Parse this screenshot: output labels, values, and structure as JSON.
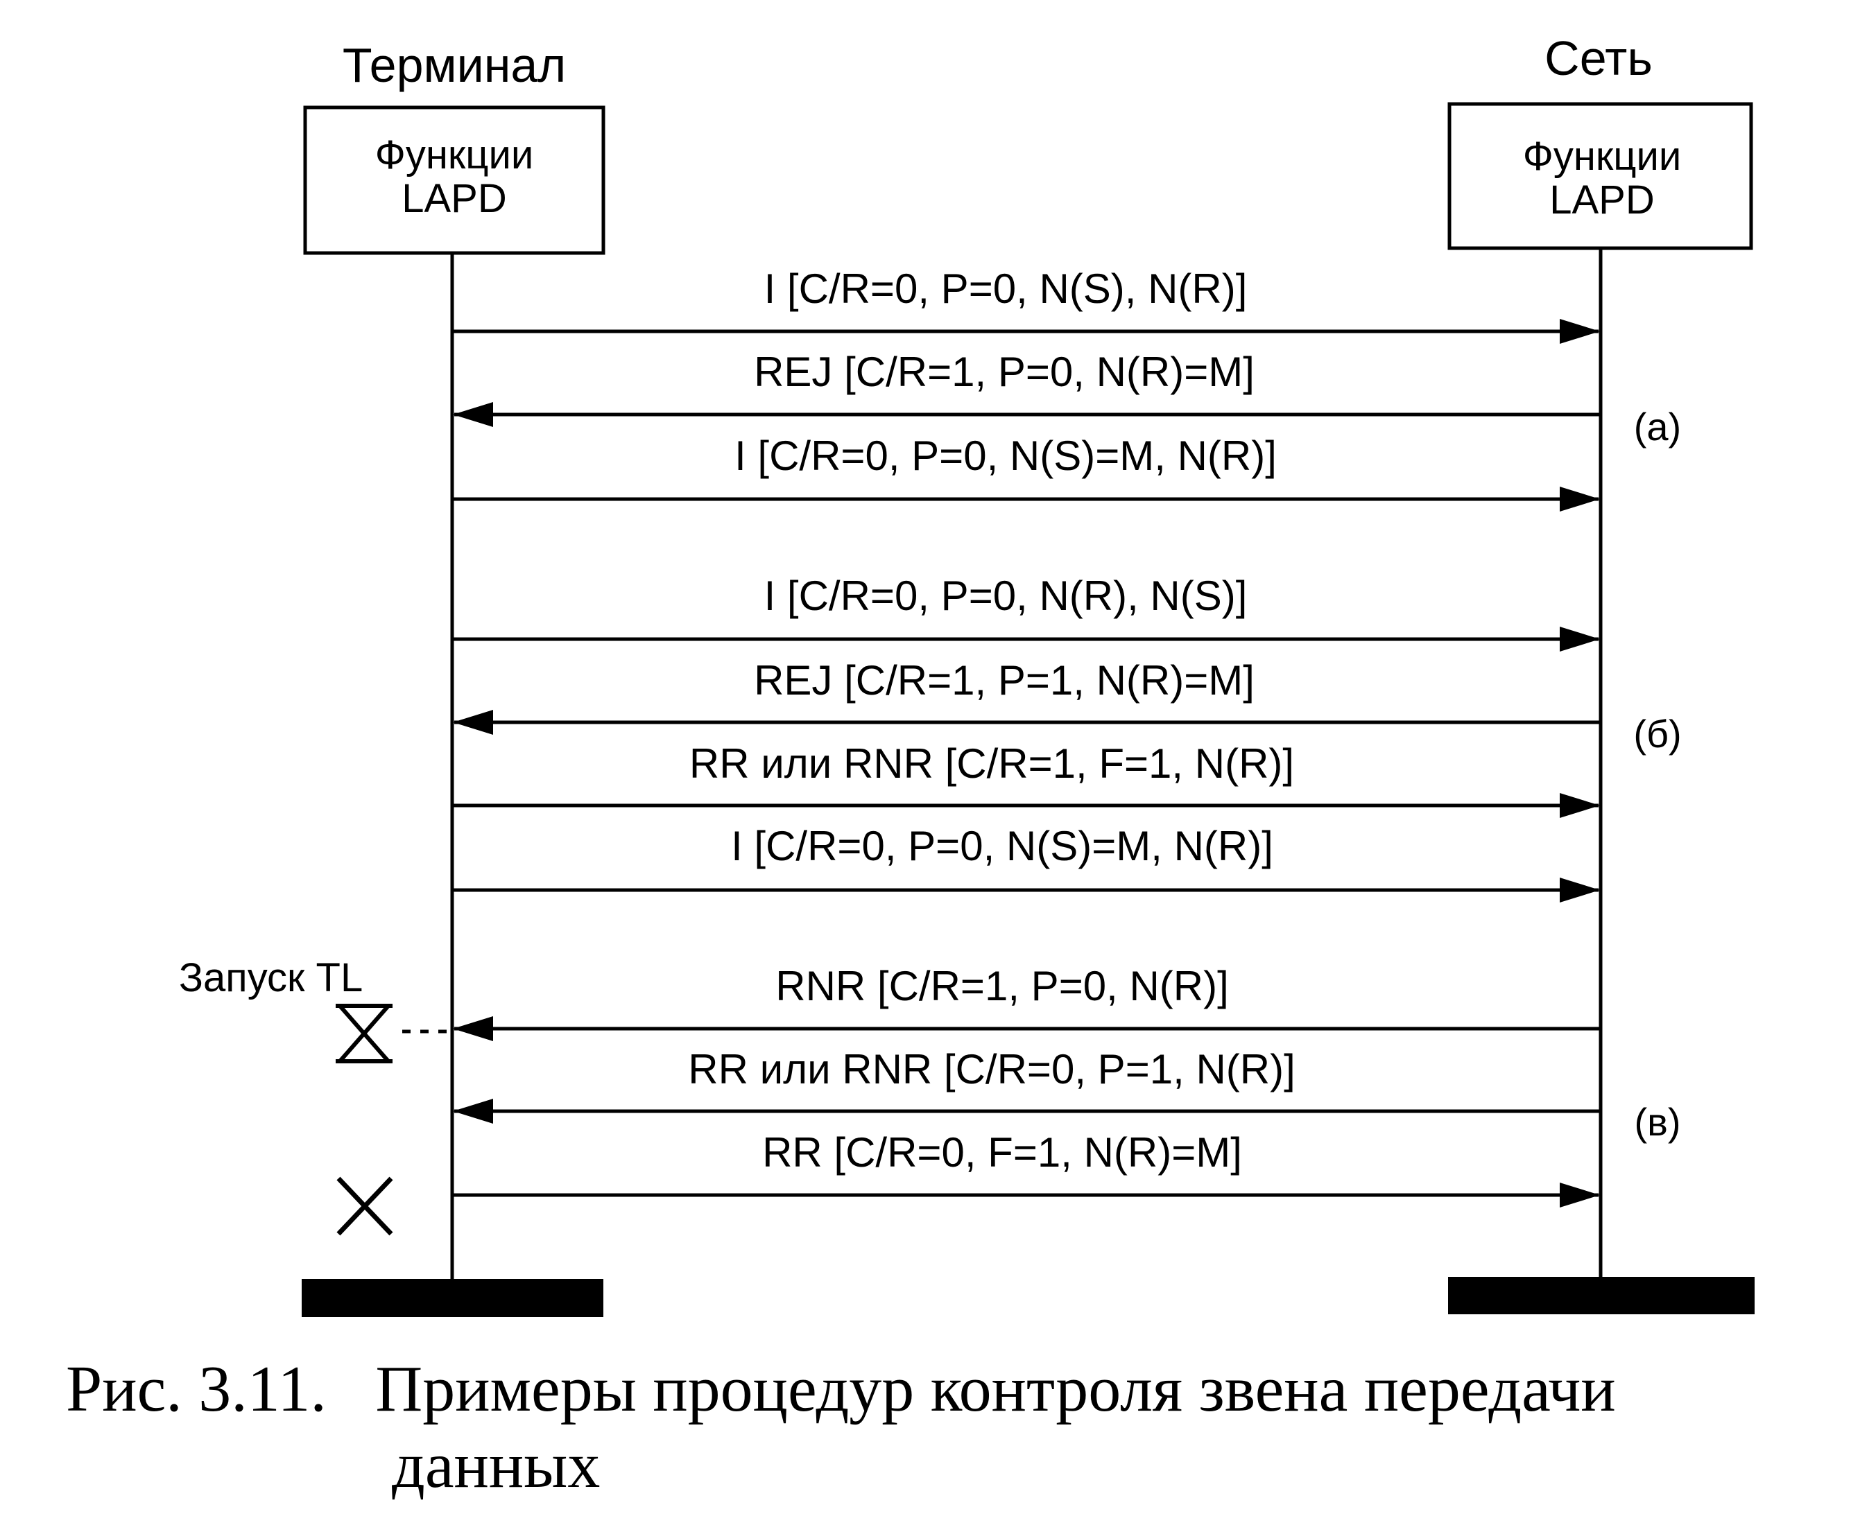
{
  "entities": {
    "terminal": {
      "title": "Терминал",
      "box_line1": "Функции",
      "box_line2": "LAPD"
    },
    "network": {
      "title": "Сеть",
      "box_line1": "Функции",
      "box_line2": "LAPD"
    }
  },
  "groups": [
    {
      "label": "(а)",
      "messages": [
        {
          "text": "I [C/R=0, P=0, N(S), N(R)]",
          "direction": "to-network"
        },
        {
          "text": "REJ [C/R=1, P=0, N(R)=M]",
          "direction": "to-terminal"
        },
        {
          "text": "I [C/R=0, P=0, N(S)=M, N(R)]",
          "direction": "to-network"
        }
      ]
    },
    {
      "label": "(б)",
      "messages": [
        {
          "text": "I [C/R=0, P=0, N(R), N(S)]",
          "direction": "to-network"
        },
        {
          "text": "REJ [C/R=1, P=1, N(R)=M]",
          "direction": "to-terminal"
        },
        {
          "text": "RR или RNR [C/R=1, F=1, N(R)]",
          "direction": "to-network"
        },
        {
          "text": "I [C/R=0, P=0, N(S)=M, N(R)]",
          "direction": "to-network"
        }
      ]
    },
    {
      "label": "(в)",
      "messages": [
        {
          "text": "RNR [C/R=1, P=0, N(R)]",
          "direction": "to-terminal"
        },
        {
          "text": "RR или RNR [C/R=0, P=1, N(R)]",
          "direction": "to-terminal"
        },
        {
          "text": "RR [C/R=0, F=1, N(R)=M]",
          "direction": "to-network"
        }
      ]
    }
  ],
  "timer": {
    "label": "Запуск TL",
    "start_icon": "hourglass-icon",
    "stop_icon": "cross-icon"
  },
  "caption": {
    "line1": "Рис. 3.11.   Примеры процедур контроля звена передачи",
    "line2": "данных"
  }
}
